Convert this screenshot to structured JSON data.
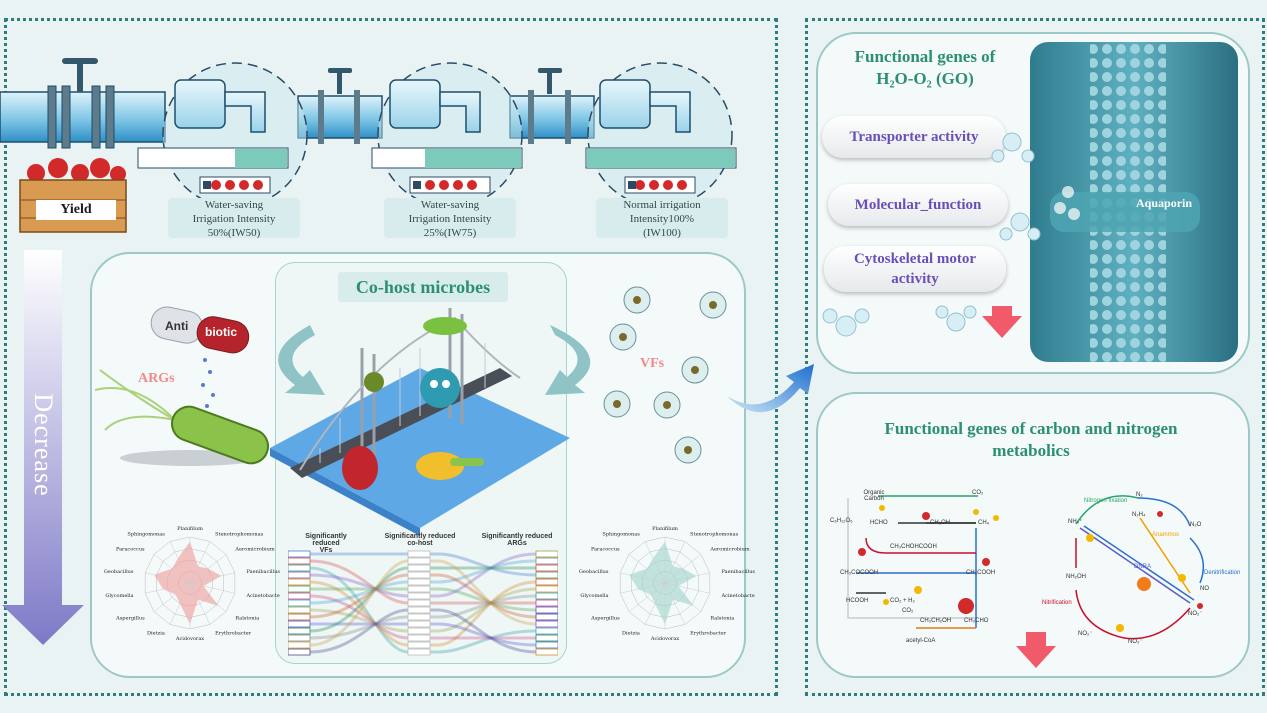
{
  "top": {
    "yield_label": "Yield",
    "iw50_caption": [
      "Water-saving",
      "Irrigation Intensity",
      "50%(IW50)"
    ],
    "iw75_caption": [
      "Water-saving",
      "Irrigation Intensity",
      "25%(IW75)"
    ],
    "iw100_caption": [
      "Normal irrigation",
      "Intensity100%",
      "(IW100)"
    ],
    "fill_fractions": [
      0.35,
      0.65,
      1.0
    ]
  },
  "decrease_label": "Decrease",
  "middle": {
    "cohost_title": "Co-host microbes",
    "args_label": "ARGs",
    "vfs_label": "VFs",
    "pill_left": "Anti",
    "pill_right": "biotic"
  },
  "radar_left": {
    "axes": [
      "Planifilum",
      "Stenotrophomonas",
      "Aeromicrobium",
      "Paenibacillus",
      "Acinetobacter",
      "Ralstonia",
      "Erythrobacter",
      "Acidovorax",
      "Dietzia",
      "Aspergillus",
      "Glycomella",
      "Geobacillus",
      "Paracoccus",
      "Sphingomonas"
    ]
  },
  "radar_right": {
    "axes": [
      "Planifilum",
      "Stenotrophomonas",
      "Aeromicrobium",
      "Paenibacillus",
      "Acinetobacter",
      "Ralstonia",
      "Erythrobacter",
      "Acidovorax",
      "Dietzia",
      "Aspergillus",
      "Glycomella",
      "Geobacillus",
      "Paracoccus",
      "Sphingomonas"
    ]
  },
  "sankey": {
    "left_header": [
      "Significantly reduced",
      "VFs"
    ],
    "mid_header": [
      "Significantly reduced",
      "co-host"
    ],
    "right_header": [
      "Significantly reduced",
      "ARGs"
    ]
  },
  "go_panel": {
    "title_line1": "Functional genes of",
    "title_line2": "H₂O-O₂ (GO)",
    "pill1": "Transporter activity",
    "pill2": "Molecular_function",
    "pill3_line1": "Cytoskeletal motor",
    "pill3_line2": "activity",
    "aquaporin": "Aquaporin"
  },
  "cn_panel": {
    "title_line1": "Functional genes of carbon and nitrogen",
    "title_line2": "metabolics",
    "carbon_nodes": [
      "Organic Carbon",
      "CO₂",
      "C₆H₁₂O₆",
      "HCHO",
      "CH₃OH",
      "CH₄",
      "CH₃CHOHCOOH",
      "CH₃COCOOH",
      "CH₃COOH",
      "HCOOH",
      "CO₂ + H₂",
      "CO₂",
      "CH₃CH₂OH",
      "CH₃CHO",
      "acetyl-CoA"
    ],
    "nitrogen_nodes": [
      "NH₄⁺",
      "N₂",
      "N₂H₄",
      "N₂O",
      "NO",
      "NH₂OH",
      "NO₂⁻",
      "NO₃⁻",
      "NO₂⁻"
    ],
    "nitrogen_processes": [
      "Nitrogen fixation",
      "Anammox",
      "Nitrification",
      "Denitrification",
      "DNRA"
    ]
  }
}
